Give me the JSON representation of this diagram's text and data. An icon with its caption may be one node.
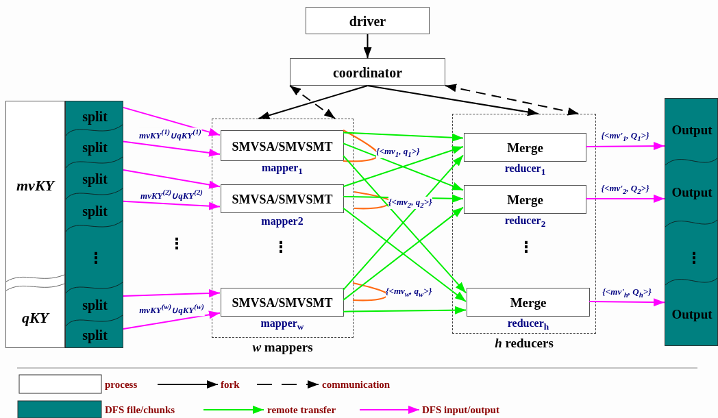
{
  "diagram": {
    "nodes": [
      {
        "text": [
          "driver"
        ]
      },
      {
        "text": [
          "coordinator"
        ]
      },
      {
        "text": [
          "mvKY",
          "qKY"
        ]
      },
      {
        "text": [],
        "shape": "box"
      },
      {
        "text": [
          "split"
        ],
        "in": 3
      },
      {
        "text": [
          "split"
        ],
        "in": 3
      },
      {
        "text": [
          "split"
        ],
        "in": 3
      },
      {
        "text": [
          "split"
        ],
        "in": 3
      },
      {
        "text": [
          "split"
        ],
        "in": 3
      },
      {
        "text": [
          "split"
        ],
        "in": 3
      },
      {
        "text": [
          "*w* mappers"
        ]
      },
      {
        "text": [
          "SMVSA/SMVSMT"
        ],
        "beside": [
          "mapper$_{1}$"
        ],
        "in": 10
      },
      {
        "text": [
          "SMVSA/SMVSMT"
        ],
        "beside": [
          "mapper2"
        ],
        "in": 10
      },
      {
        "text": [
          "SMVSA/SMVSMT"
        ],
        "beside": [
          "mapper$_{w}$"
        ],
        "in": 10
      },
      {
        "text": [
          "*h* reducers"
        ]
      },
      {
        "text": [
          "Merge"
        ],
        "beside": [
          "reducer$_{1}$"
        ],
        "in": 14
      },
      {
        "text": [
          "Merge"
        ],
        "beside": [
          "reducer$_{2}$"
        ],
        "in": 14
      },
      {
        "text": [
          "Merge"
        ],
        "beside": [
          "reducer$_{h}$"
        ],
        "in": 14
      },
      {
        "text": [],
        "shape": "box"
      },
      {
        "text": [
          "Output"
        ],
        "in": 18
      },
      {
        "text": [
          "Output"
        ],
        "in": 18
      },
      {
        "text": [
          "Output"
        ],
        "in": 18
      }
    ],
    "edges": [
      {
        "from": 0,
        "to": 1,
        "arrow": "to",
        "color": "#000000"
      },
      {
        "from": 1,
        "to": 10,
        "arrow": "to",
        "color": "#000000"
      },
      {
        "from": 1,
        "to": 14,
        "arrow": "to",
        "color": "#000000"
      },
      {
        "from": 1,
        "to": 10,
        "arrow": "both",
        "style": "dashed",
        "color": "#000000"
      },
      {
        "from": 1,
        "to": 14,
        "arrow": "both",
        "style": "dashed",
        "color": "#000000"
      },
      {
        "from": 4,
        "to": 11,
        "arrow": "to",
        "color": "#ff00ff"
      },
      {
        "from": 5,
        "to": 11,
        "arrow": "to",
        "color": "#ff00ff",
        "label": "mvKY$^{(1)}$∪qKY$^{(1)}$"
      },
      {
        "from": 6,
        "to": 12,
        "arrow": "to",
        "color": "#ff00ff"
      },
      {
        "from": 7,
        "to": 12,
        "arrow": "to",
        "color": "#ff00ff",
        "label": "mvKY$^{(2)}$∪qKY$^{(2)}$"
      },
      {
        "from": 8,
        "to": 13,
        "arrow": "to",
        "color": "#ff00ff"
      },
      {
        "from": 9,
        "to": 13,
        "arrow": "to",
        "color": "#ff00ff",
        "label": "mvKY$^{(w)}$∪qKY$^{(w)}$"
      },
      {
        "from": 11,
        "to": 15,
        "arrow": "to",
        "color": "#00ee00"
      },
      {
        "from": 11,
        "to": 16,
        "arrow": "to",
        "color": "#00ee00"
      },
      {
        "from": 11,
        "to": 17,
        "arrow": "to",
        "color": "#00ee00"
      },
      {
        "from": 12,
        "to": 15,
        "arrow": "to",
        "color": "#00ee00"
      },
      {
        "from": 12,
        "to": 16,
        "arrow": "to",
        "color": "#00ee00"
      },
      {
        "from": 12,
        "to": 17,
        "arrow": "to",
        "color": "#00ee00"
      },
      {
        "from": 13,
        "to": 15,
        "arrow": "to",
        "color": "#00ee00"
      },
      {
        "from": 13,
        "to": 16,
        "arrow": "to",
        "color": "#00ee00"
      },
      {
        "from": 13,
        "to": 17,
        "arrow": "to",
        "color": "#00ee00"
      },
      {
        "from": 15,
        "to": 19,
        "arrow": "to",
        "color": "#ff00ff",
        "label": "{<mv'$_{1}$, Q$_{1}$>}"
      },
      {
        "from": 16,
        "to": 20,
        "arrow": "to",
        "color": "#ff00ff",
        "label": "{<mv'$_{2}$, Q$_{2}$>}"
      },
      {
        "from": 17,
        "to": 21,
        "arrow": "to",
        "color": "#ff00ff",
        "label": "{<mv'$_{h}$, Q$_{h}$>}"
      }
    ],
    "labels": [
      "{<mv$_{1}$, q$_{1}$>}",
      "{<mv$_{2}$, q$_{2}$>}",
      "⋮",
      "⋮",
      "⋮",
      "⋮",
      "⋮",
      "{<mv$_{w}$, q$_{w}$>}"
    ],
    "legend": [
      {
        "text": "process",
        "color": "#ffffff"
      },
      {
        "text": "fork"
      },
      {
        "text": "communication"
      },
      {
        "text": "DFS file/chunks",
        "color": "#008080"
      },
      {
        "text": "remote transfer"
      },
      {
        "text": "DFS input/output"
      }
    ]
  }
}
